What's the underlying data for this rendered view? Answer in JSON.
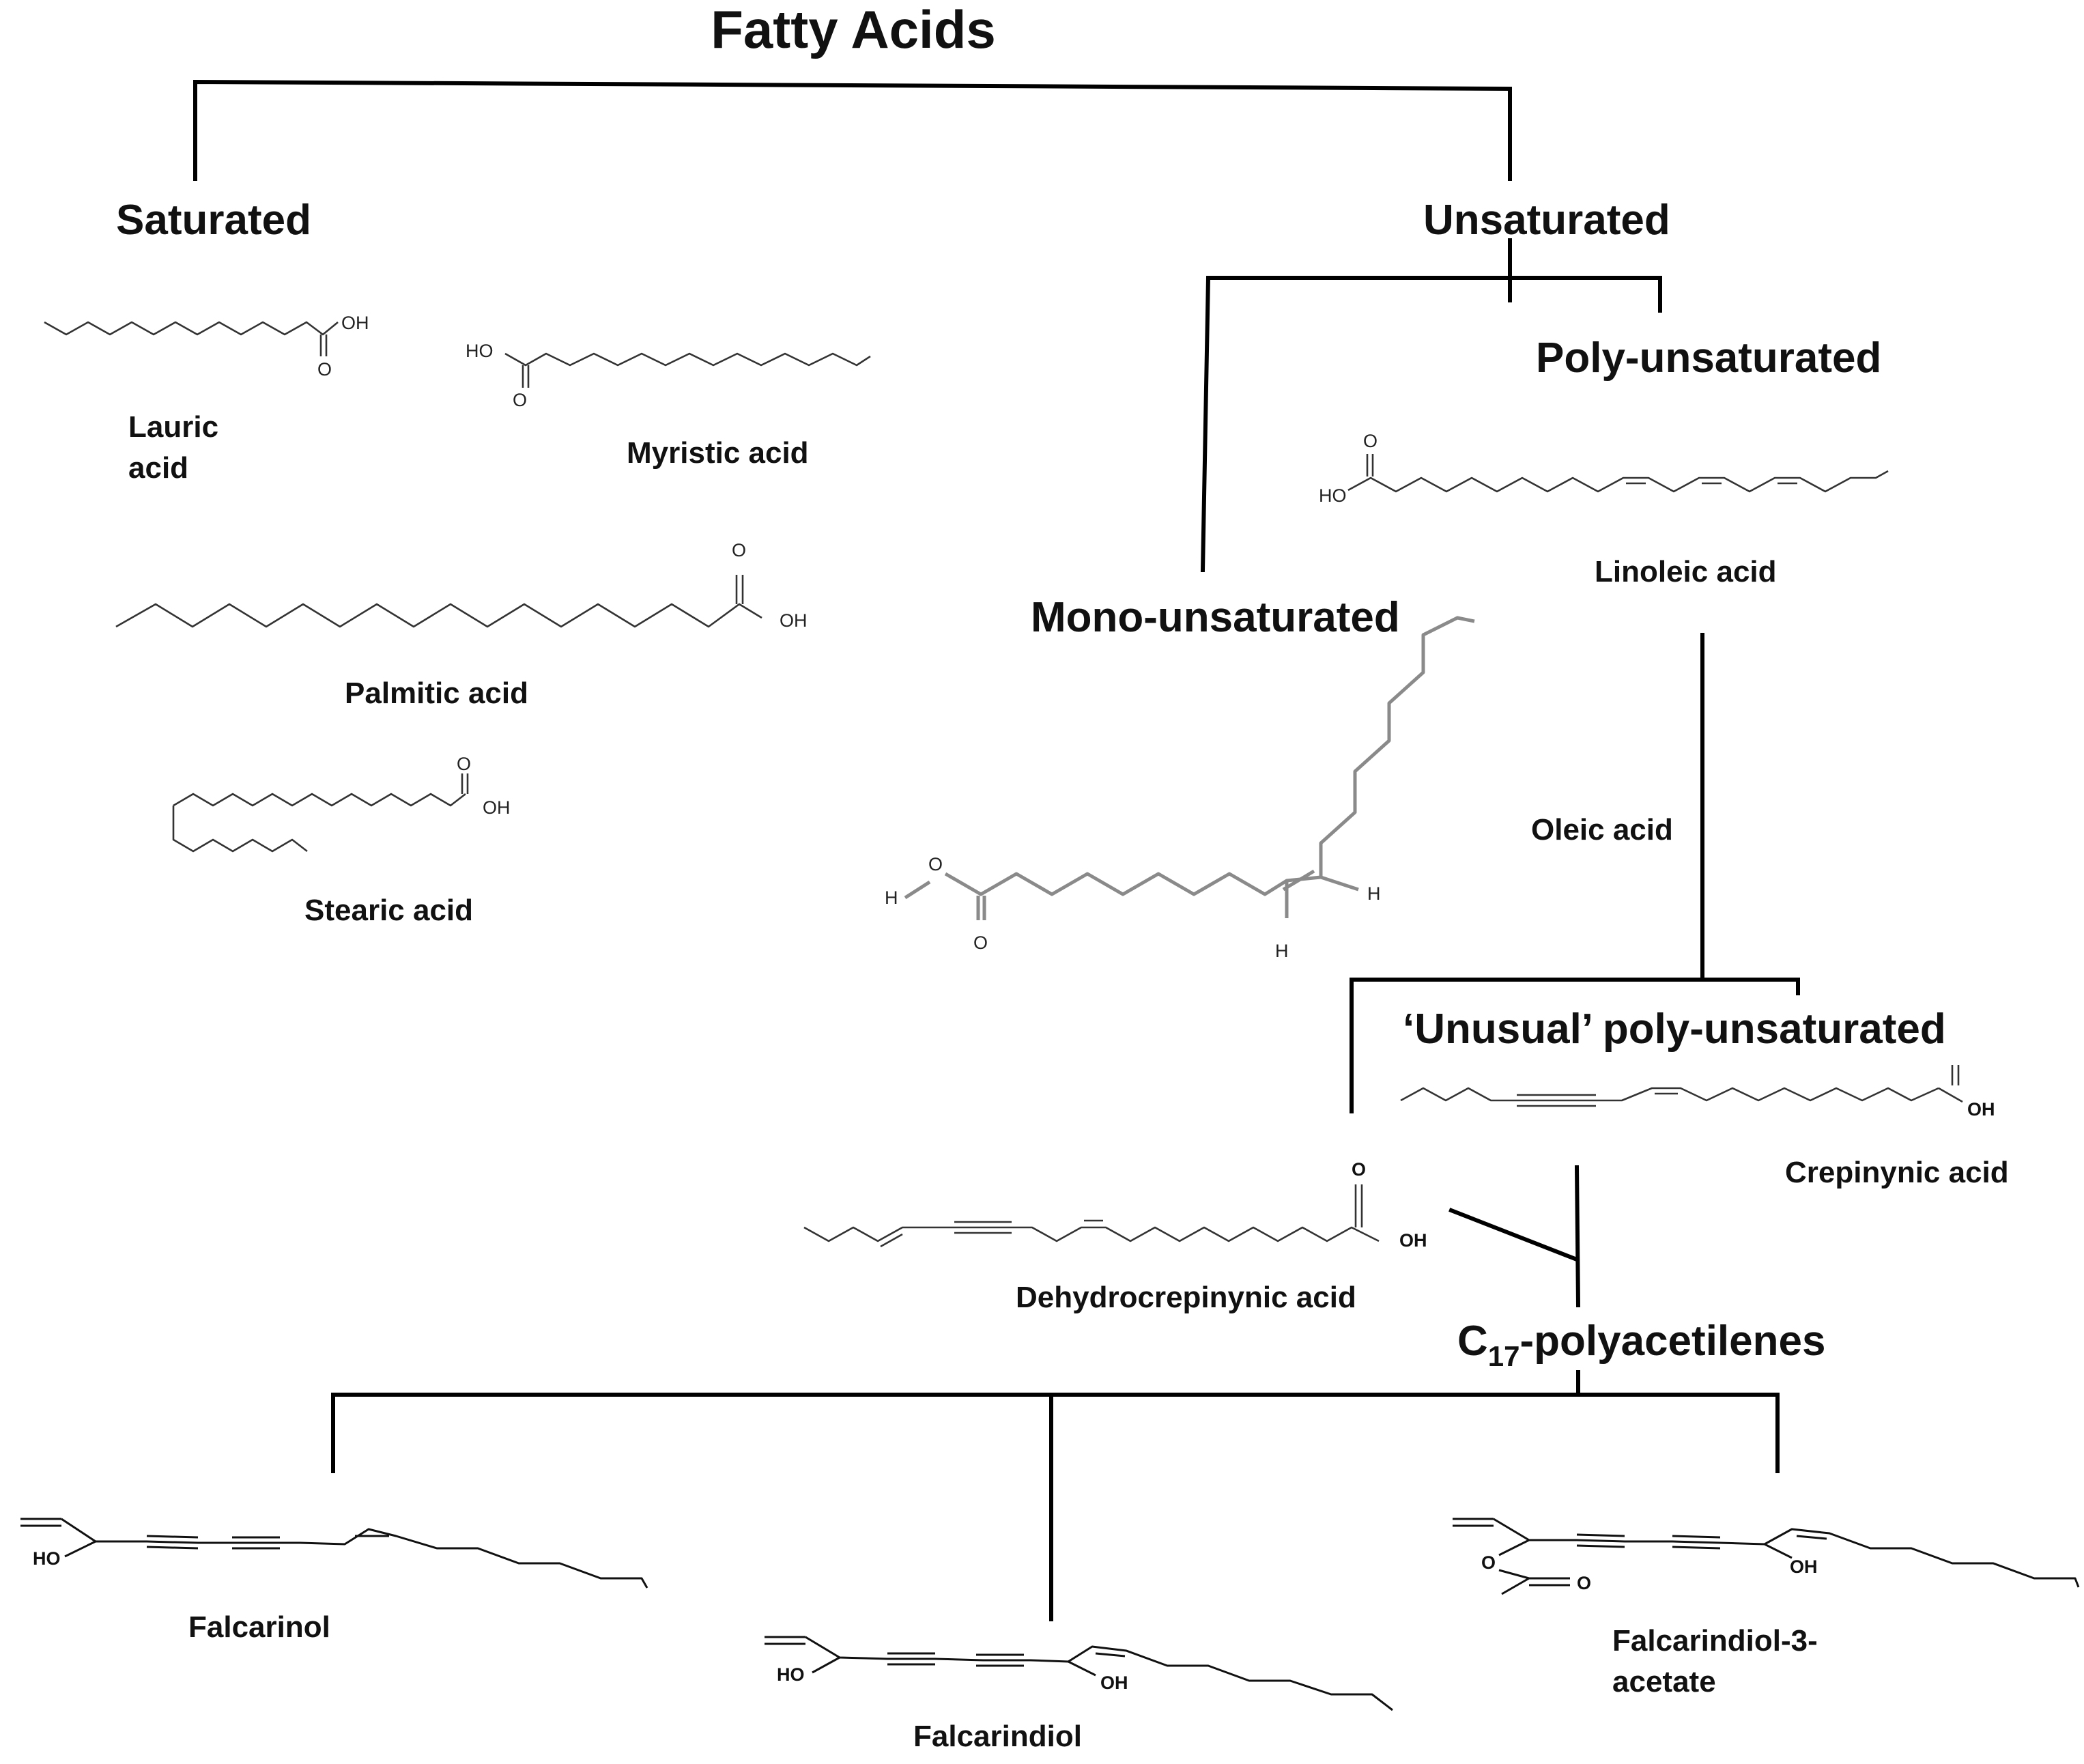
{
  "title": "Fatty Acids",
  "categories": {
    "saturated": "Saturated",
    "unsaturated": "Unsaturated",
    "poly_unsaturated": "Poly-unsaturated",
    "mono_unsaturated": "Mono-unsaturated",
    "unusual_poly_unsaturated": "‘Unusual’ poly-unsaturated",
    "c17_prefix": "C",
    "c17_subscript": "17",
    "c17_suffix": "-polyacetilenes"
  },
  "compounds": {
    "lauric_line1": "Lauric",
    "lauric_line2": "acid",
    "myristic": "Myristic acid",
    "palmitic": "Palmitic acid",
    "stearic": "Stearic acid",
    "linoleic": "Linoleic acid",
    "oleic": "Oleic acid",
    "crepinynic": "Crepinynic acid",
    "dehydrocrepinynic": "Dehydrocrepinynic acid",
    "falcarinol": "Falcarinol",
    "falcarindiol": "Falcarindiol",
    "falcarindiol_acetate_line1": "Falcarindiol-3-",
    "falcarindiol_acetate_line2": "acetate"
  },
  "atoms": {
    "oh": "OH",
    "ho": "HO",
    "o": "O",
    "h": "H"
  }
}
